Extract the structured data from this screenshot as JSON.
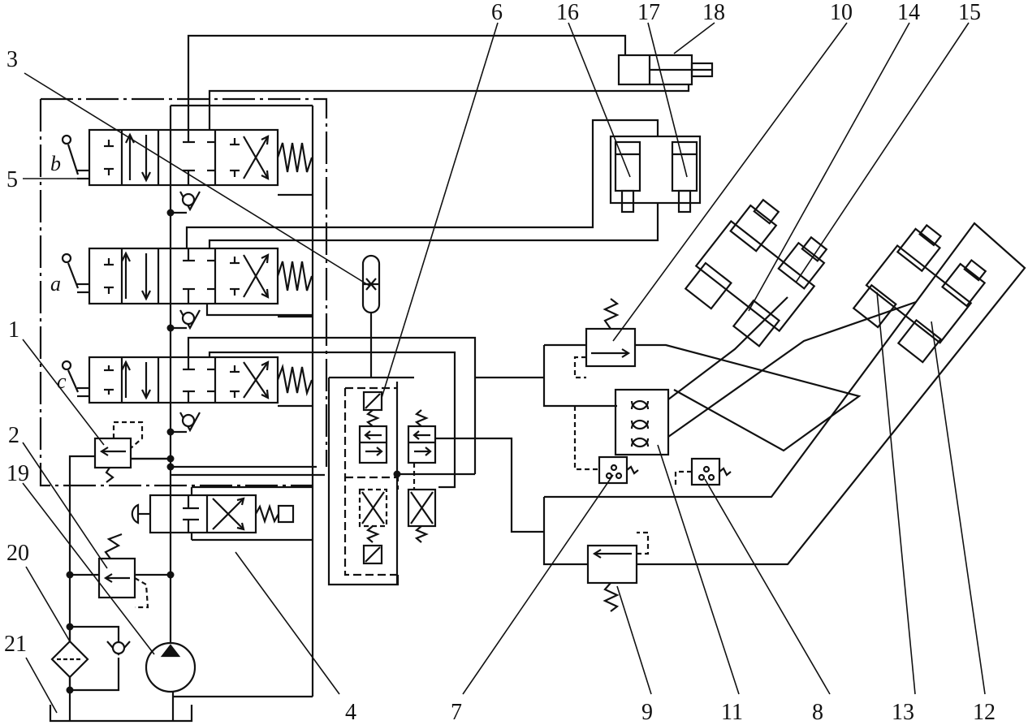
{
  "labels": {
    "n1": "1",
    "n2": "2",
    "n3": "3",
    "n4": "4",
    "n5": "5",
    "n6": "6",
    "n7": "7",
    "n8": "8",
    "n9": "9",
    "n10": "10",
    "n11": "11",
    "n12": "12",
    "n13": "13",
    "n14": "14",
    "n15": "15",
    "n16": "16",
    "n17": "17",
    "n18": "18",
    "n19": "19",
    "n20": "20",
    "n21": "21"
  },
  "levers": {
    "a": "a",
    "b": "b",
    "c": "c"
  },
  "colors": {
    "stroke": "#111111",
    "background": "#ffffff"
  },
  "icons": [
    "pump-icon",
    "filter-icon",
    "check-valve-icon",
    "accumulator-icon",
    "relief-valve-icon",
    "pressure-switch-icon",
    "spring-icon",
    "solenoid-icon"
  ]
}
